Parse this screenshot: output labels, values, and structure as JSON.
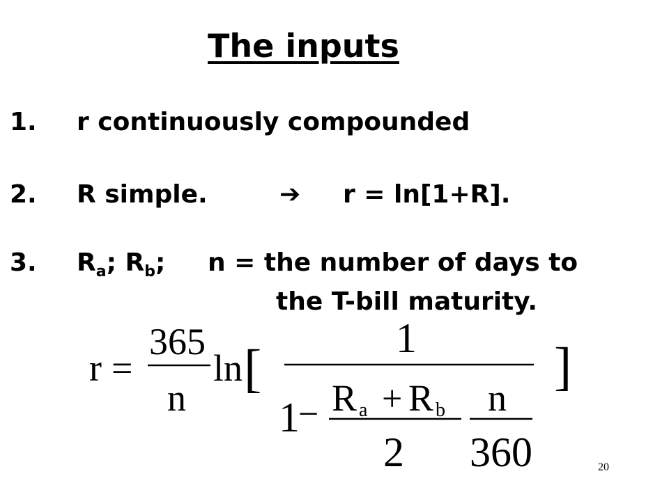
{
  "title": "The inputs",
  "items": [
    {
      "number": "1.",
      "text": "r  continuously compounded"
    },
    {
      "number": "2.",
      "text": "R simple.",
      "arrow": "➔",
      "relation": "r  = ln[1+R]."
    },
    {
      "number": "3.",
      "ra_base": "R",
      "ra_sub": "a",
      "rb_base": "R",
      "rb_sub": "b",
      "sep1": "; ",
      "sep2": ";",
      "n_def": "n = the number of days to",
      "n_def_cont": "the T-bill maturity."
    }
  ],
  "formula": {
    "lhs": "r",
    "eq": "=",
    "frac1_num": "365",
    "frac1_den": "n",
    "ln": "ln",
    "lbracket": "[",
    "rbracket": "]",
    "big_num": "1",
    "one": "1",
    "minus": "−",
    "ra": "R",
    "ra_sub": "a",
    "plus": "+",
    "rb": "R",
    "rb_sub": "b",
    "two": "2",
    "n": "n",
    "d360": "360"
  },
  "slide_number": "20"
}
